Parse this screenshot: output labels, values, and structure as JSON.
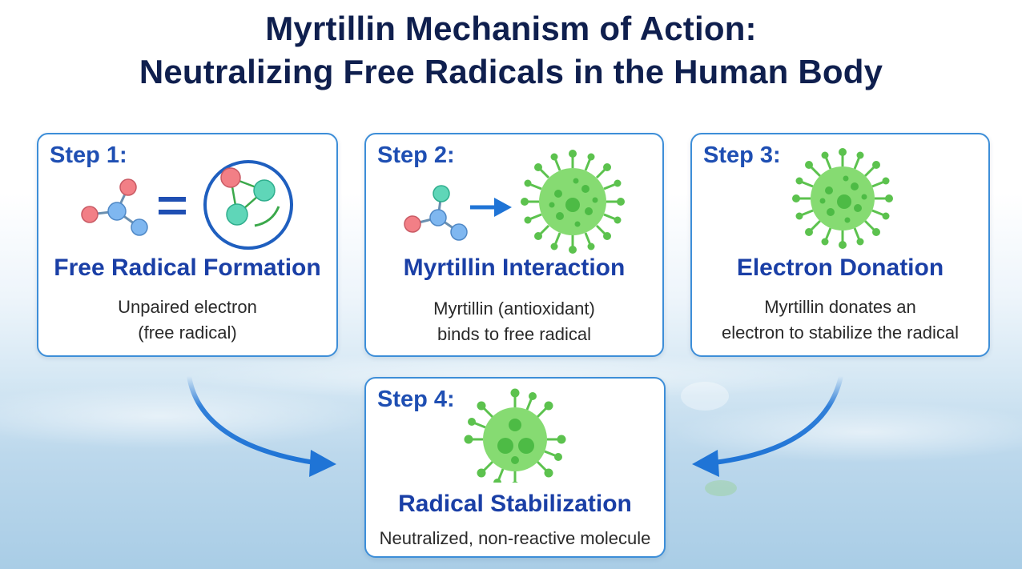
{
  "title": {
    "line1": "Myrtillin Mechanism of Action:",
    "line2": "Neutralizing Free Radicals in the Human Body"
  },
  "steps": [
    {
      "label": "Step 1:",
      "heading": "Free Radical Formation",
      "desc_lines": [
        "Unpaired electron",
        "(free radical)"
      ]
    },
    {
      "label": "Step 2:",
      "heading": "Myrtillin Interaction",
      "desc_lines": [
        "Myrtillin (antioxidant)",
        "binds to free radical"
      ]
    },
    {
      "label": "Step 3:",
      "heading": "Electron Donation",
      "desc_lines": [
        "Myrtillin donates an",
        "electron to stabilize the radical"
      ]
    },
    {
      "label": "Step 4:",
      "heading": "Radical Stabilization",
      "desc_lines": [
        "Neutralized, non-reactive molecule"
      ]
    }
  ],
  "colors": {
    "title": "#0f1f4e",
    "heading": "#1a3fa6",
    "step_label": "#1f4fb3",
    "card_border": "#3d8ed8",
    "arrow": "#1f74d6",
    "virus_fill": "#7ed66c",
    "virus_dark": "#4dbb45",
    "atom_red": "#f27f86",
    "atom_blue": "#7fb7f0",
    "atom_teal": "#5fd6b8"
  },
  "icons": [
    "molecule-icon",
    "equals-icon",
    "radical-circle-icon",
    "arrow-right-icon",
    "virus-icon"
  ]
}
